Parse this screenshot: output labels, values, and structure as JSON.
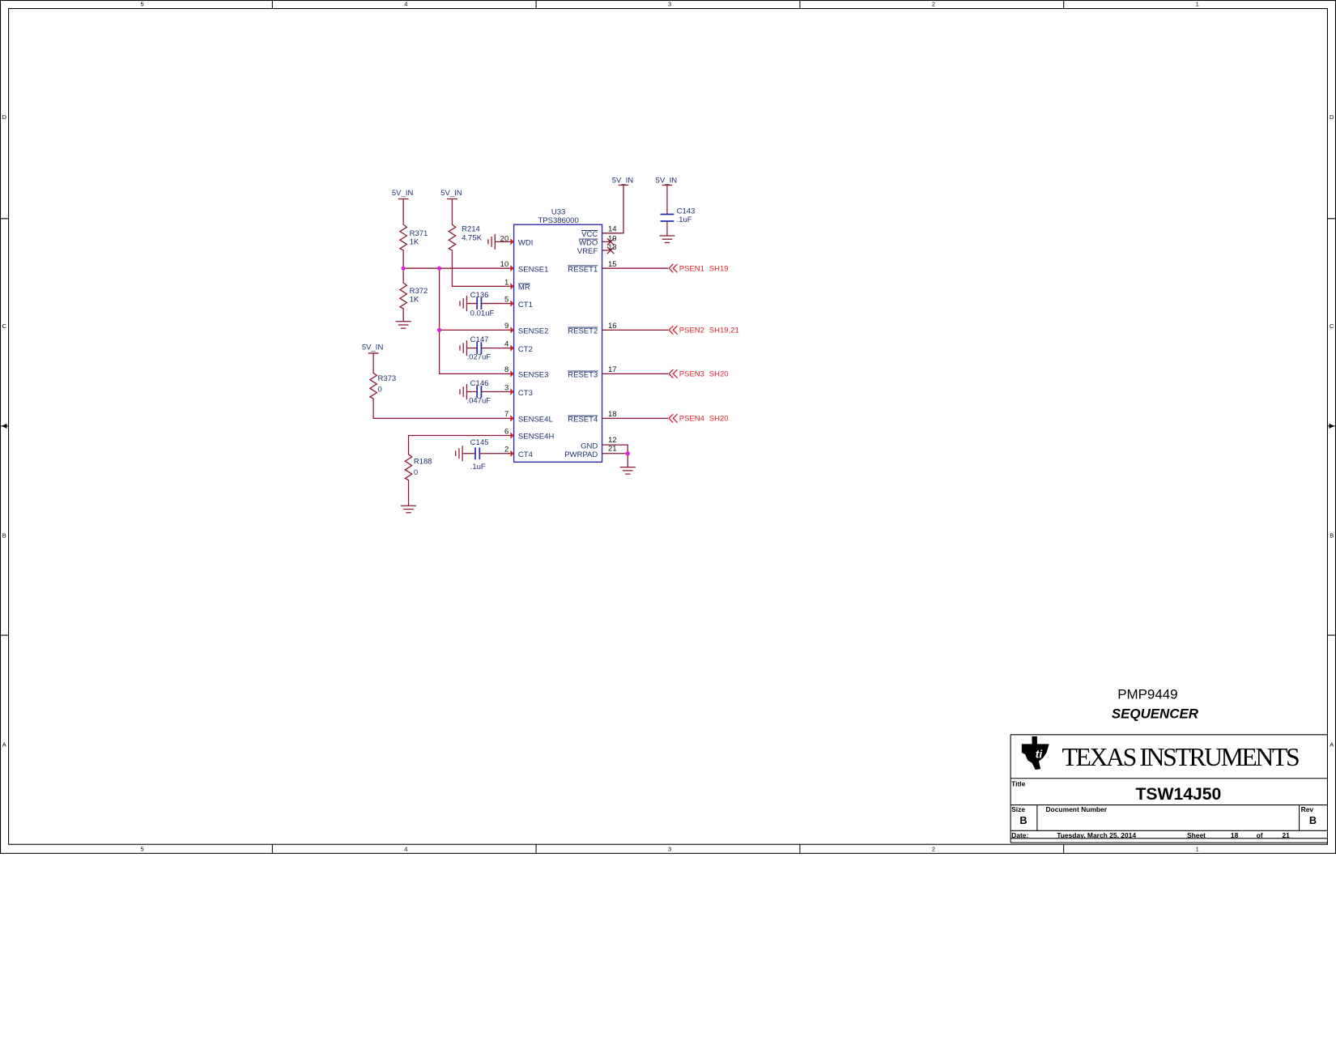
{
  "border": {
    "columns": [
      "5",
      "4",
      "3",
      "2",
      "1"
    ],
    "rows": [
      "D",
      "C",
      "B",
      "A"
    ]
  },
  "power": {
    "label": "5V_IN"
  },
  "chip": {
    "ref": "U33",
    "part": "TPS386000",
    "left_pins": [
      {
        "name": "WDI",
        "num": "20"
      },
      {
        "name": "SENSE1",
        "num": "10"
      },
      {
        "name": "MR",
        "num": "1"
      },
      {
        "name": "CT1",
        "num": "5"
      },
      {
        "name": "SENSE2",
        "num": "9"
      },
      {
        "name": "CT2",
        "num": "4"
      },
      {
        "name": "SENSE3",
        "num": "8"
      },
      {
        "name": "CT3",
        "num": "3"
      },
      {
        "name": "SENSE4L",
        "num": "7"
      },
      {
        "name": "SENSE4H",
        "num": "6"
      },
      {
        "name": "CT4",
        "num": "2"
      }
    ],
    "right_pins": [
      {
        "name": "VCC",
        "num": "14"
      },
      {
        "name": "WDO",
        "num": "19"
      },
      {
        "name": "VREF",
        "num": "13"
      },
      {
        "name": "RESET1",
        "num": "15"
      },
      {
        "name": "RESET2",
        "num": "16"
      },
      {
        "name": "RESET3",
        "num": "17"
      },
      {
        "name": "RESET4",
        "num": "18"
      },
      {
        "name": "GND",
        "num": "12"
      },
      {
        "name": "PWRPAD",
        "num": "21"
      }
    ]
  },
  "resistors": [
    {
      "ref": "R371",
      "value": "1K"
    },
    {
      "ref": "R372",
      "value": "1K"
    },
    {
      "ref": "R214",
      "value": "4.75K"
    },
    {
      "ref": "R373",
      "value": "0"
    },
    {
      "ref": "R188",
      "value": "0"
    }
  ],
  "capacitors": [
    {
      "ref": "C143",
      "value": ".1uF"
    },
    {
      "ref": "C136",
      "value": "0.01uF"
    },
    {
      "ref": "C147",
      "value": ".027uF"
    },
    {
      "ref": "C146",
      "value": ".047uF"
    },
    {
      "ref": "C145",
      "value": ".1uF"
    }
  ],
  "nets": [
    {
      "name": "PSEN1",
      "ref": "SH19"
    },
    {
      "name": "PSEN2",
      "ref": "SH19,21"
    },
    {
      "name": "PSEN3",
      "ref": "SH20"
    },
    {
      "name": "PSEN4",
      "ref": "SH20"
    }
  ],
  "notes": {
    "project": "PMP9449",
    "function": "SEQUENCER"
  },
  "title_block": {
    "company": "Texas Instruments",
    "title_label": "Title",
    "title": "TSW14J50",
    "size_label": "Size",
    "size": "B",
    "doc_label": "Document Number",
    "doc": "",
    "rev_label": "Rev",
    "rev": "B",
    "date_label": "Date:",
    "date": "Tuesday, March 25, 2014",
    "sheet_label": "Sheet",
    "sheet": "18",
    "of_label": "of",
    "total": "21"
  }
}
